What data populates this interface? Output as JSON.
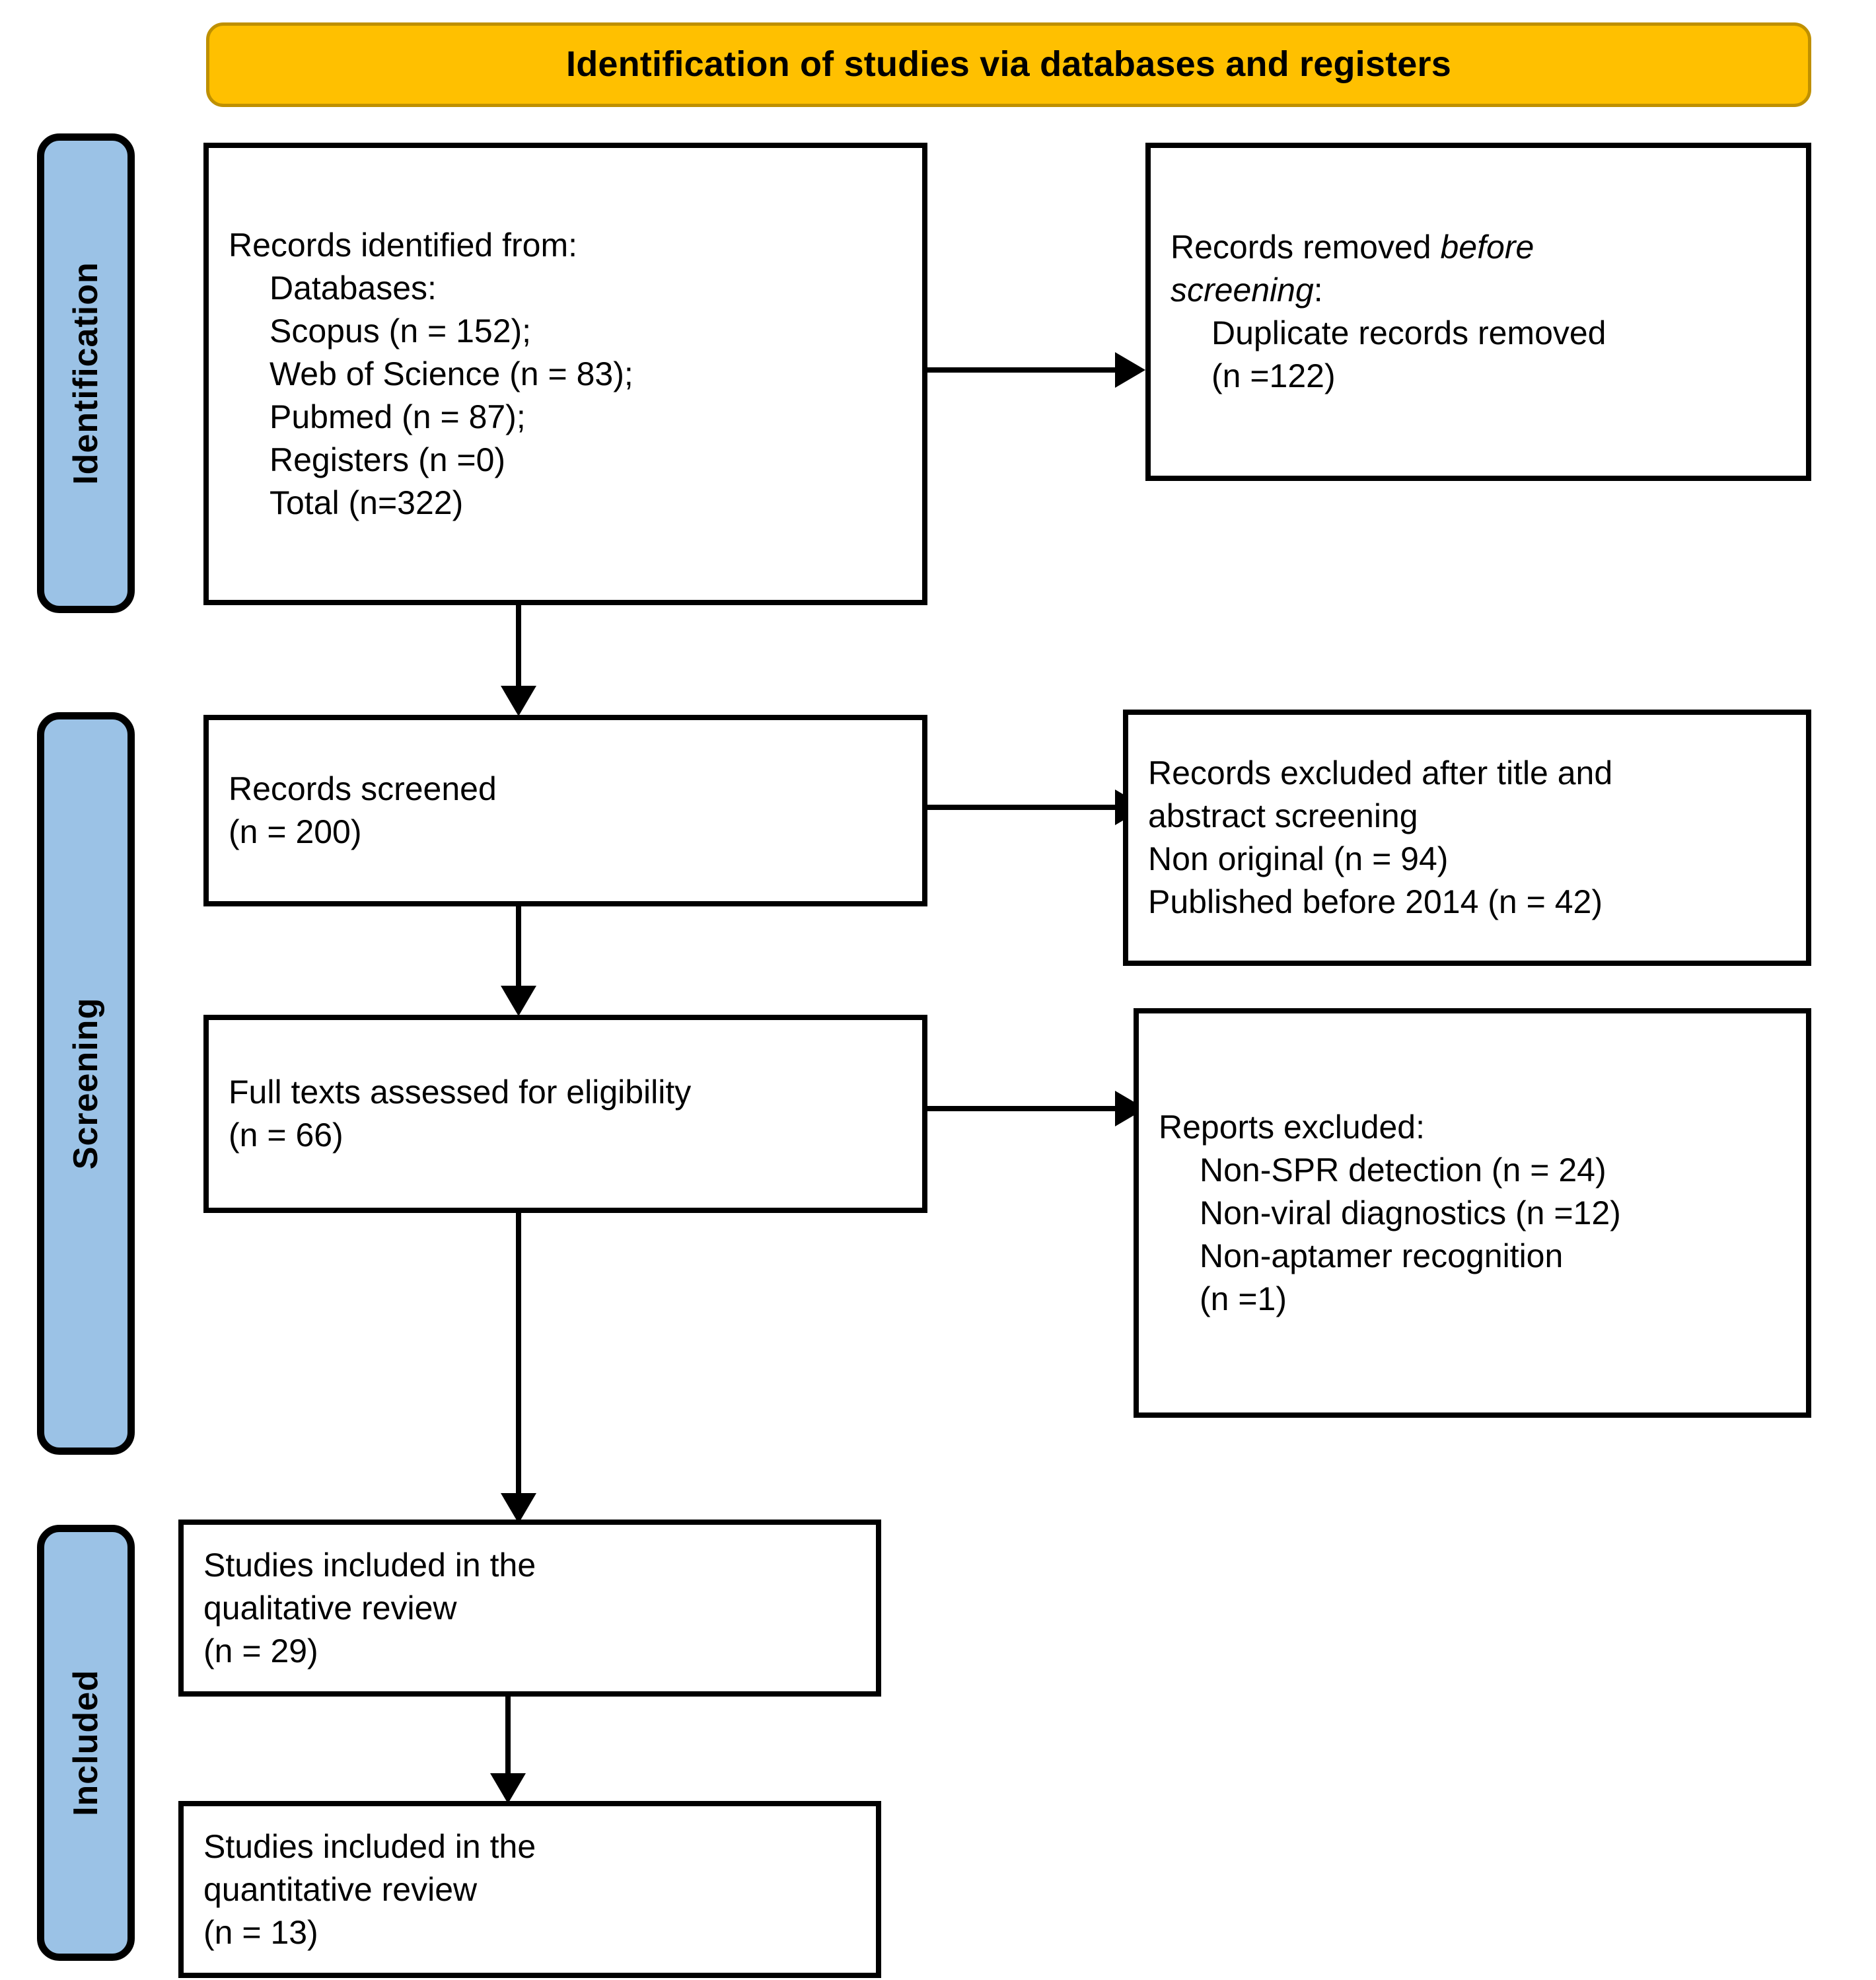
{
  "diagram": {
    "type": "prisma-flow-diagram",
    "title": "Identification of studies via databases and registers",
    "colors": {
      "banner_fill": "#FFC000",
      "banner_border": "#BF9000",
      "stage_pill_fill": "#9BC2E6",
      "box_border": "#000000",
      "box_fill": "#FFFFFF",
      "text": "#000000"
    }
  },
  "stages": [
    {
      "id": "identification",
      "label": "Identification"
    },
    {
      "id": "screening",
      "label": "Screening"
    },
    {
      "id": "included",
      "label": "Included"
    }
  ],
  "boxes": {
    "records_identified": {
      "lines": [
        {
          "text": "Records identified from:",
          "indent": false
        },
        {
          "text": "Databases:",
          "indent": true
        },
        {
          "text": "Scopus (n = 152);",
          "indent": true
        },
        {
          "text": "Web of Science (n = 83);",
          "indent": true
        },
        {
          "text": "Pubmed (n = 87);",
          "indent": true
        },
        {
          "text": "Registers (n =0)",
          "indent": true
        },
        {
          "text": "Total (n=322)",
          "indent": true
        }
      ]
    },
    "records_removed": {
      "lines": [
        {
          "html": "Records removed <em>before</em>",
          "indent": false
        },
        {
          "html": "<em>screening</em>:",
          "indent": false
        },
        {
          "html": "Duplicate records removed",
          "indent": true
        },
        {
          "html": "(n =122)",
          "indent": true
        }
      ]
    },
    "records_screened": {
      "lines": [
        {
          "text": "Records screened",
          "indent": false
        },
        {
          "text": "(n = 200)",
          "indent": false
        }
      ]
    },
    "records_excluded": {
      "lines": [
        {
          "text": "Records excluded after title and",
          "indent": false
        },
        {
          "text": "abstract screening",
          "indent": false
        },
        {
          "text": "Non original (n = 94)",
          "indent": false
        },
        {
          "text": "Published before 2014 (n = 42)",
          "indent": false
        }
      ]
    },
    "full_texts_assessed": {
      "lines": [
        {
          "text": "Full texts assessed for eligibility",
          "indent": false
        },
        {
          "text": "(n = 66)",
          "indent": false
        }
      ]
    },
    "reports_excluded": {
      "lines": [
        {
          "text": "Reports excluded:",
          "indent": false
        },
        {
          "text": "Non-SPR detection (n = 24)",
          "indent": true
        },
        {
          "text": "Non-viral diagnostics (n =12)",
          "indent": true
        },
        {
          "text": "Non-aptamer recognition",
          "indent": true
        },
        {
          "text": "(n =1)",
          "indent": true
        }
      ]
    },
    "studies_qualitative": {
      "lines": [
        {
          "text": "Studies included in the",
          "indent": false
        },
        {
          "text": "qualitative review",
          "indent": false
        },
        {
          "text": "(n = 29)",
          "indent": false
        }
      ]
    },
    "studies_quantitative": {
      "lines": [
        {
          "text": "Studies included in the",
          "indent": false
        },
        {
          "text": "quantitative review",
          "indent": false
        },
        {
          "text": "(n = 13)",
          "indent": false
        }
      ]
    }
  },
  "counts": {
    "scopus": 152,
    "web_of_science": 83,
    "pubmed": 87,
    "registers": 0,
    "total_identified": 322,
    "duplicates_removed": 122,
    "records_screened": 200,
    "excluded_non_original": 94,
    "excluded_published_before_2014": 42,
    "full_texts_assessed": 66,
    "excluded_non_spr_detection": 24,
    "excluded_non_viral_diagnostics": 12,
    "excluded_non_aptamer_recognition": 1,
    "included_qualitative": 29,
    "included_quantitative": 13
  }
}
